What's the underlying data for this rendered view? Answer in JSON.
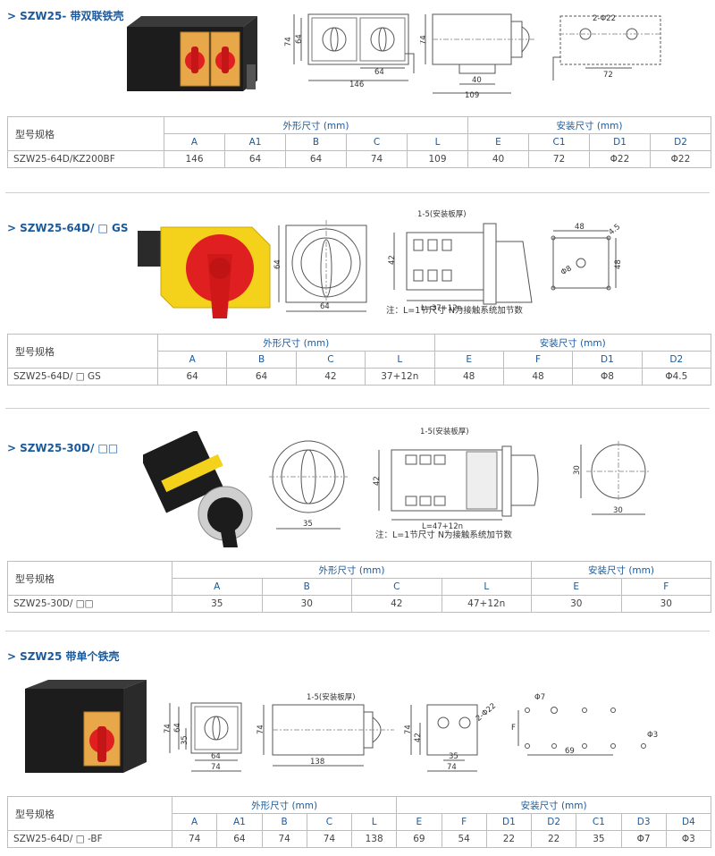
{
  "sections": [
    {
      "title": "SZW25- 带双联铁壳",
      "dims": {
        "d74a": "74",
        "d64a": "64",
        "d64b": "64",
        "d146": "146",
        "d74b": "74",
        "d40": "40",
        "d109": "109",
        "phi": "2-Φ22",
        "d72": "72"
      },
      "table": {
        "model_header": "型号规格",
        "group1": "外形尺寸 (mm)",
        "group2": "安装尺寸 (mm)",
        "cols1": [
          "A",
          "A1",
          "B",
          "C",
          "L"
        ],
        "cols2": [
          "E",
          "C1",
          "D1",
          "D2"
        ],
        "row": [
          "SZW25-64D/KZ200BF",
          "146",
          "64",
          "64",
          "74",
          "109",
          "40",
          "72",
          "Φ22",
          "Φ22"
        ]
      }
    },
    {
      "title": "SZW25-64D/ □ GS",
      "dims": {
        "d64h": "64",
        "d64w": "64",
        "plate": "1-5(安装板厚)",
        "d42": "42",
        "len": "L=37+12n",
        "d48a": "48",
        "d45": "4.5",
        "d48b": "48",
        "phi8": "Φ8"
      },
      "note": "注：L=1节尺寸   N为接触系统加节数",
      "table": {
        "model_header": "型号规格",
        "group1": "外形尺寸 (mm)",
        "group2": "安装尺寸 (mm)",
        "cols1": [
          "A",
          "B",
          "C",
          "L"
        ],
        "cols2": [
          "E",
          "F",
          "D1",
          "D2"
        ],
        "row": [
          "SZW25-64D/ □ GS",
          "64",
          "64",
          "42",
          "37+12n",
          "48",
          "48",
          "Φ8",
          "Φ4.5"
        ]
      }
    },
    {
      "title": "SZW25-30D/ □□",
      "dims": {
        "d35": "35",
        "plate": "1-5(安装板厚)",
        "d42": "42",
        "len": "L=47+12n",
        "d30h": "30",
        "d30w": "30"
      },
      "note": "注：L=1节尺寸   N为接触系统加节数",
      "table": {
        "model_header": "型号规格",
        "group1": "外形尺寸 (mm)",
        "group2": "安装尺寸 (mm)",
        "cols1": [
          "A",
          "B",
          "C",
          "L"
        ],
        "cols2": [
          "E",
          "F"
        ],
        "row": [
          "SZW25-30D/ □□",
          "35",
          "30",
          "42",
          "47+12n",
          "30",
          "30"
        ]
      }
    },
    {
      "title": "SZW25 带单个铁壳",
      "dims": {
        "d74a": "74",
        "d64a": "64",
        "d35": "35",
        "d64b": "64",
        "d74b": "74",
        "plate": "1-5(安装板厚)",
        "d74c": "74",
        "d138": "138",
        "phi22": "2-Φ22",
        "d74d": "74",
        "d42": "42",
        "d35b": "35",
        "d74e": "74",
        "phi7": "Φ7",
        "f": "F",
        "d69": "69",
        "phi3": "Φ3"
      },
      "table": {
        "model_header": "型号规格",
        "group1": "外形尺寸 (mm)",
        "group2": "安装尺寸 (mm)",
        "cols1": [
          "A",
          "A1",
          "B",
          "C",
          "L"
        ],
        "cols2": [
          "E",
          "F",
          "D1",
          "D2",
          "C1",
          "D3",
          "D4"
        ],
        "row": [
          "SZW25-64D/ □ -BF",
          "74",
          "64",
          "74",
          "74",
          "138",
          "69",
          "54",
          "22",
          "22",
          "35",
          "Φ7",
          "Φ3"
        ]
      }
    }
  ],
  "colors": {
    "accent": "#1a5a9c",
    "knob_red": "#e02020",
    "face_orange": "#e8a84a",
    "body_yellow": "#f4d21b",
    "housing_black": "#1c1c1c"
  }
}
